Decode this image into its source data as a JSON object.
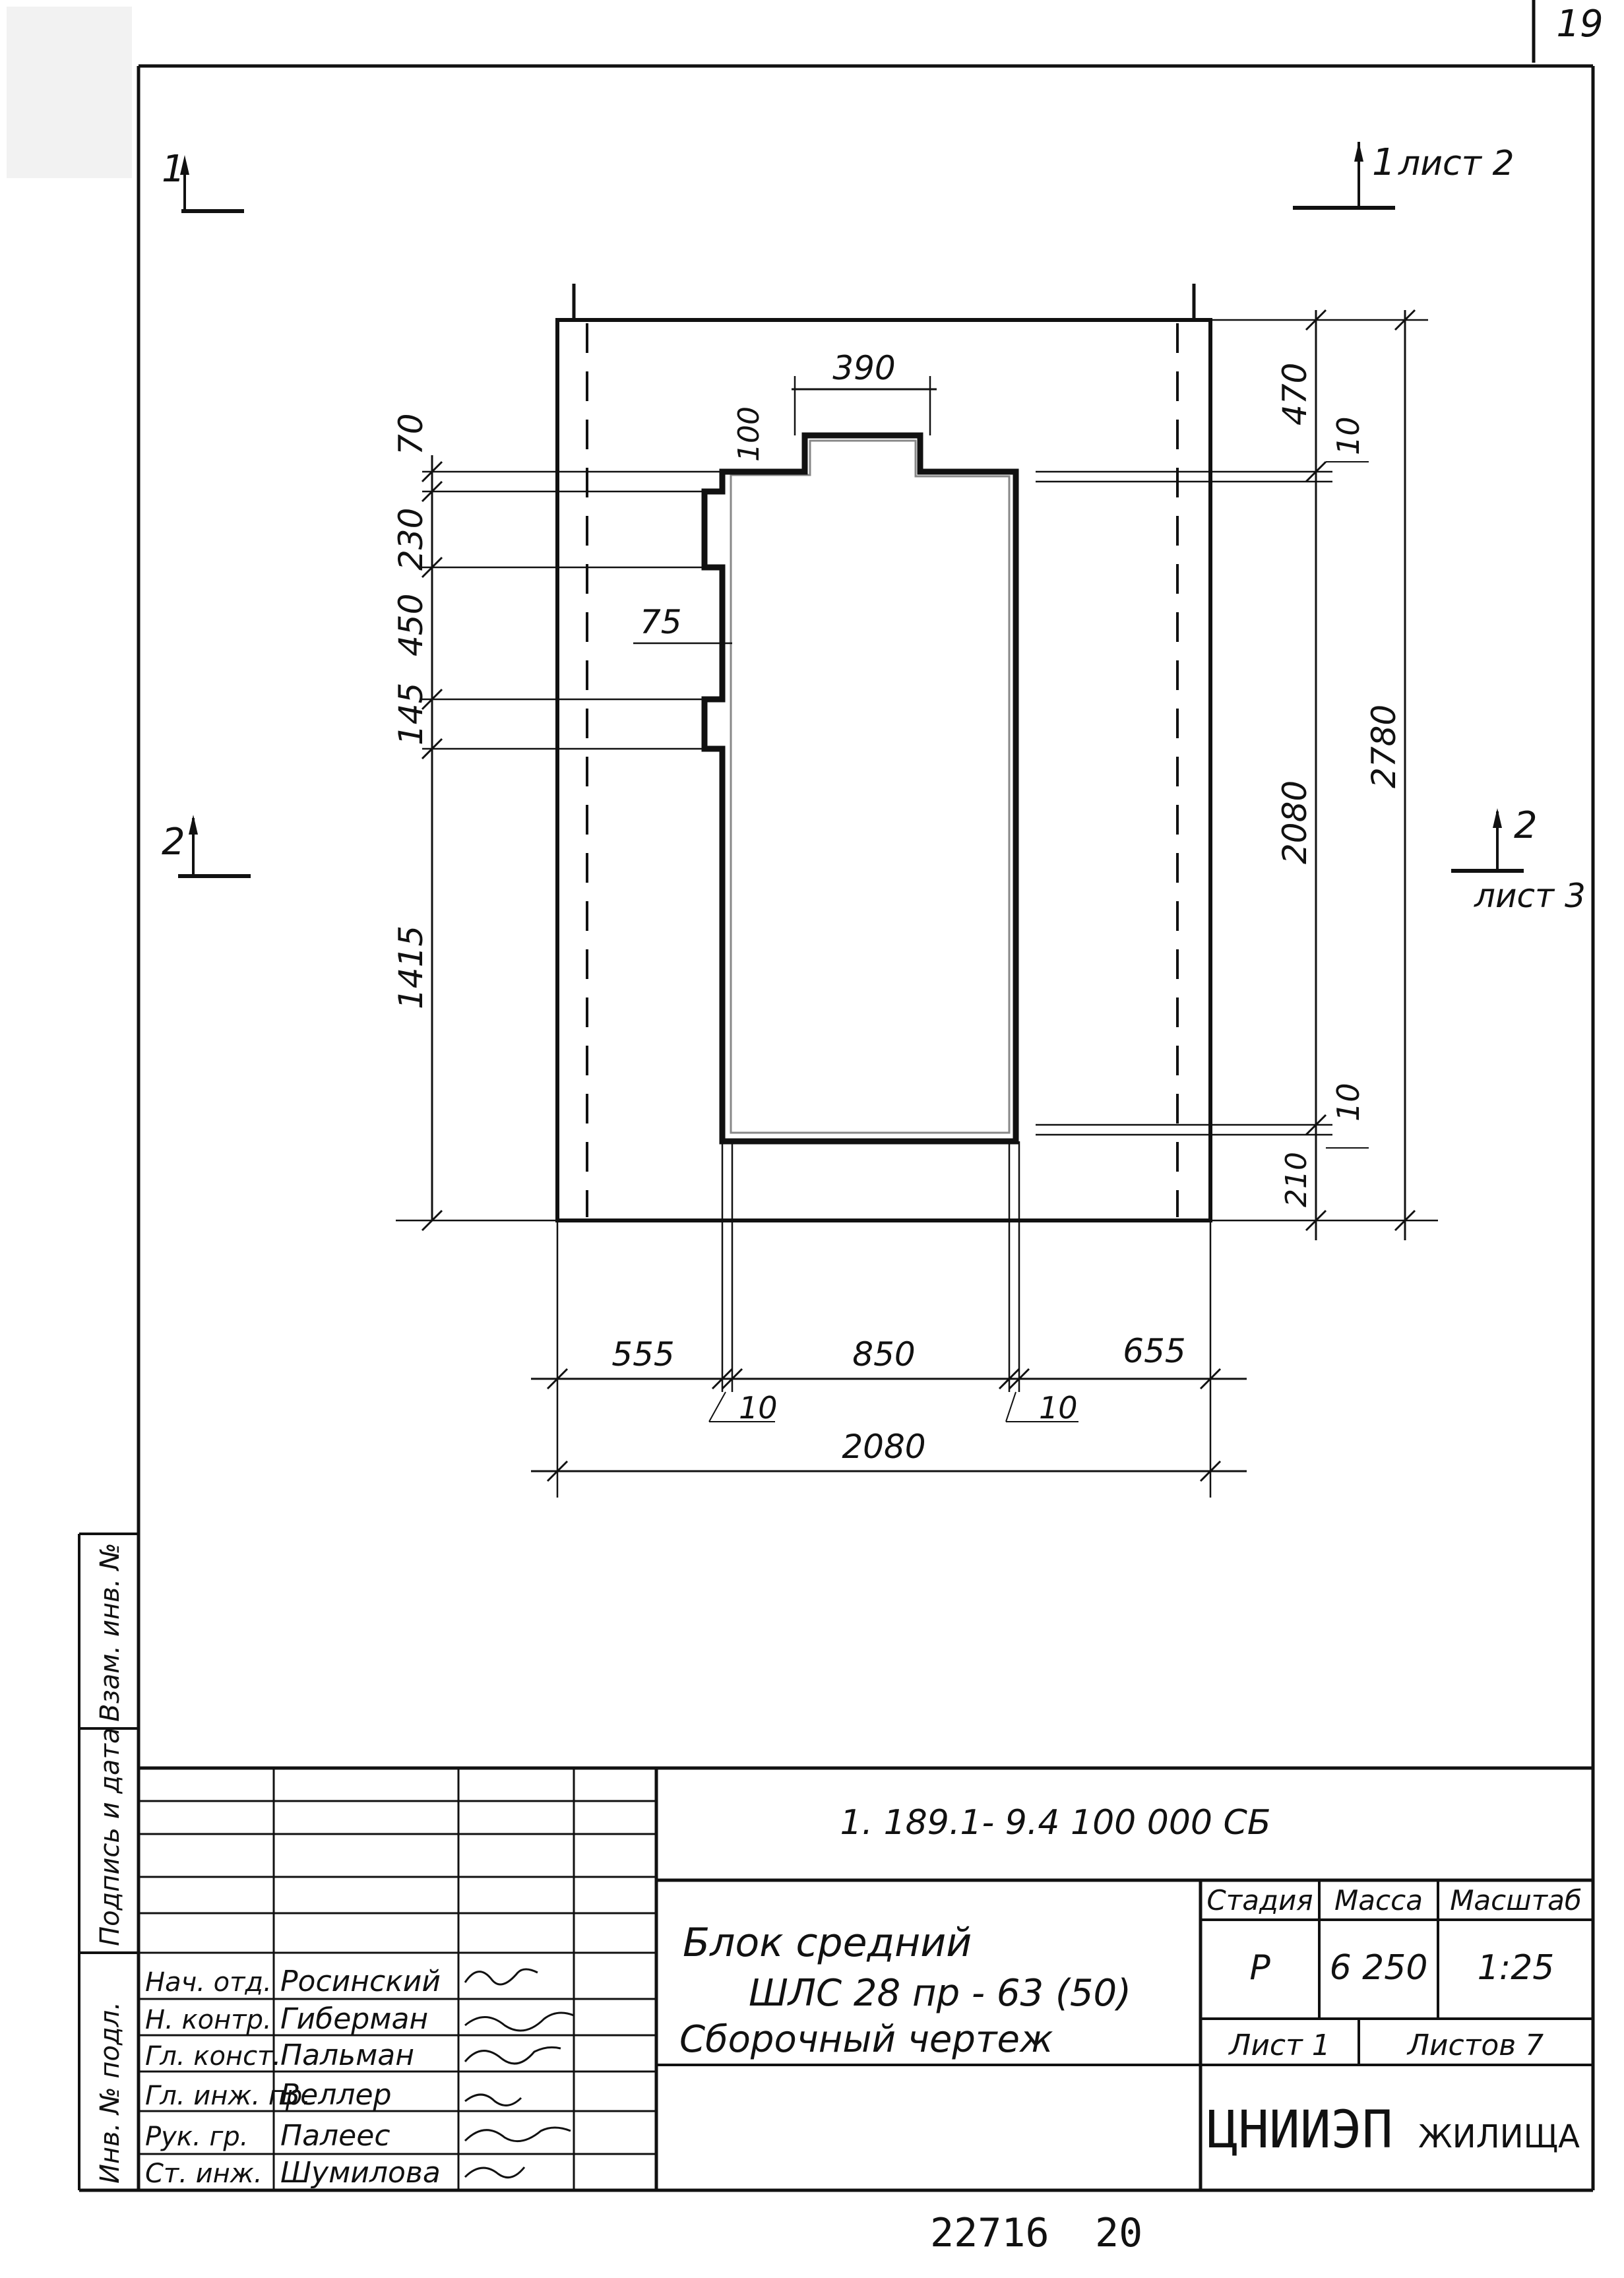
{
  "page_number": "19",
  "sections": {
    "cut1_left": "1",
    "cut1_right": "1",
    "cut1_right_ref": "лист 2",
    "cut2_left": "2",
    "cut2_right": "2",
    "cut2_right_ref": "лист 3"
  },
  "dimensions": {
    "top_width": "390",
    "step_100": "100",
    "left_70": "70",
    "left_230": "230",
    "left_450": "450",
    "notch_75": "75",
    "left_145": "145",
    "left_1415": "1415",
    "right_470": "470",
    "right_10_top": "10",
    "right_2080": "2080",
    "right_2780": "2780",
    "right_10_bottom": "10",
    "right_210": "210",
    "bottom_555": "555",
    "bottom_850": "850",
    "bottom_655": "655",
    "bottom_10_left": "10",
    "bottom_10_right": "10",
    "bottom_2080": "2080"
  },
  "side_stamp": {
    "inv_no_podl": "Инв. № подл.",
    "podpis_data": "Подпись и дата",
    "vzam_inv": "Взам. инв. №"
  },
  "title_block": {
    "code": "1. 189.1- 9.4    100 000 СБ",
    "name_line1": "Блок  средний",
    "name_line2": "ШЛС 28 пр - 63 (50)",
    "name_line3": "Сборочный  чертеж",
    "stage_label": "Стадия",
    "mass_label": "Масса",
    "scale_label": "Масштаб",
    "stage_value": "Р",
    "mass_value": "6 250",
    "scale_value": "1:25",
    "sheet_label": "Лист  1",
    "sheets_label": "Листов 7",
    "org": "ЦНИИЭП",
    "org2": "ЖИЛИЩА",
    "signatures": [
      {
        "role": "Нач. отд.",
        "name": "Росинский"
      },
      {
        "role": "Н. контр.",
        "name": "Гиберман"
      },
      {
        "role": "Гл. конст.",
        "name": "Пальман"
      },
      {
        "role": "Гл. инж. пр.",
        "name": "Веллер"
      },
      {
        "role": "Рук. гр.",
        "name": "Палеес"
      },
      {
        "role": "Ст. инж.",
        "name": "Шумилова"
      }
    ]
  },
  "bottom_number": "22716",
  "bottom_number2": "20"
}
